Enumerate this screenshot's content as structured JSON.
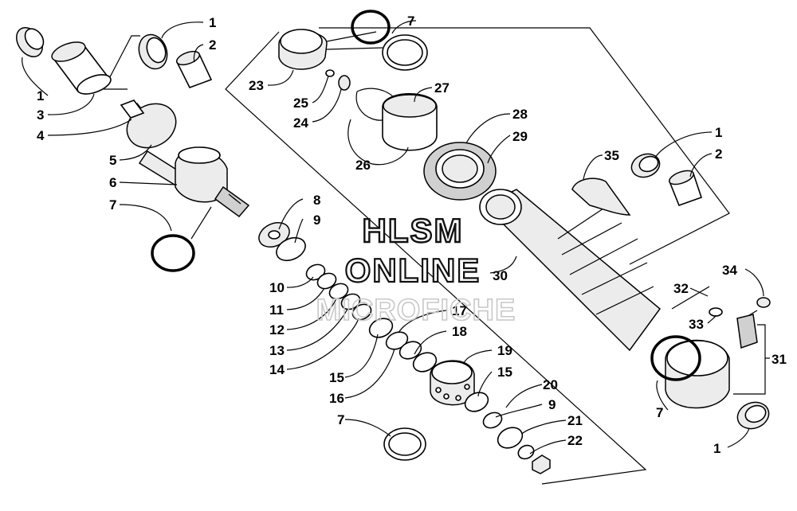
{
  "watermark": {
    "line1": "HLSM",
    "line2": "ONLINE",
    "line3": "MICROFICHE"
  },
  "callouts": {
    "c1a": "1",
    "c2a": "2",
    "c1b": "1",
    "c3": "3",
    "c4": "4",
    "c5": "5",
    "c6": "6",
    "c7a": "7",
    "c7b": "7",
    "c23": "23",
    "c25": "25",
    "c24": "24",
    "c27": "27",
    "c26": "26",
    "c28": "28",
    "c29": "29",
    "c35": "35",
    "c1c": "1",
    "c2b": "2",
    "c8": "8",
    "c9a": "9",
    "c10": "10",
    "c11": "11",
    "c12": "12",
    "c13": "13",
    "c14": "14",
    "c15a": "15",
    "c16": "16",
    "c17": "17",
    "c18": "18",
    "c19": "19",
    "c15b": "15",
    "c20": "20",
    "c9b": "9",
    "c21": "21",
    "c22": "22",
    "c7c": "7",
    "c30": "30",
    "c34": "34",
    "c32": "32",
    "c33": "33",
    "c31": "31",
    "c7d": "7",
    "c1d": "1"
  }
}
